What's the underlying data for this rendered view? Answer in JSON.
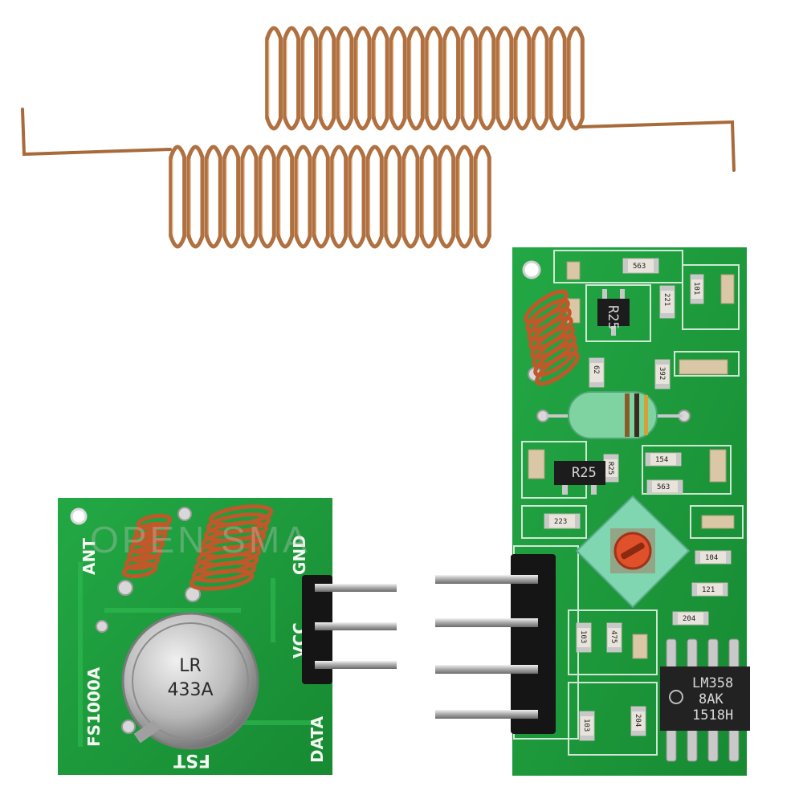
{
  "watermark": {
    "text": "OPEN SMA"
  },
  "transmitter": {
    "labels": {
      "ant": "ANT",
      "gnd": "GND",
      "vcc": "VCC",
      "data": "DATA",
      "model": "FS1000A",
      "brand": "FST"
    },
    "crystal_text": [
      "LR",
      "433A"
    ]
  },
  "receiver": {
    "chip_text": [
      "LM358",
      "8AK",
      "1518H"
    ],
    "smd_codes": [
      "563",
      "R25",
      "221",
      "101",
      "392",
      "62",
      "154",
      "R25",
      "563",
      "223",
      "104",
      "121",
      "204",
      "103",
      "475",
      "204",
      "103"
    ]
  },
  "colors": {
    "pcb_green": "#1f9a3c",
    "copper": "#b8733f",
    "coil_copper": "#c0572b",
    "pin_silver": "#c9c9c9",
    "header_black": "#151515"
  }
}
